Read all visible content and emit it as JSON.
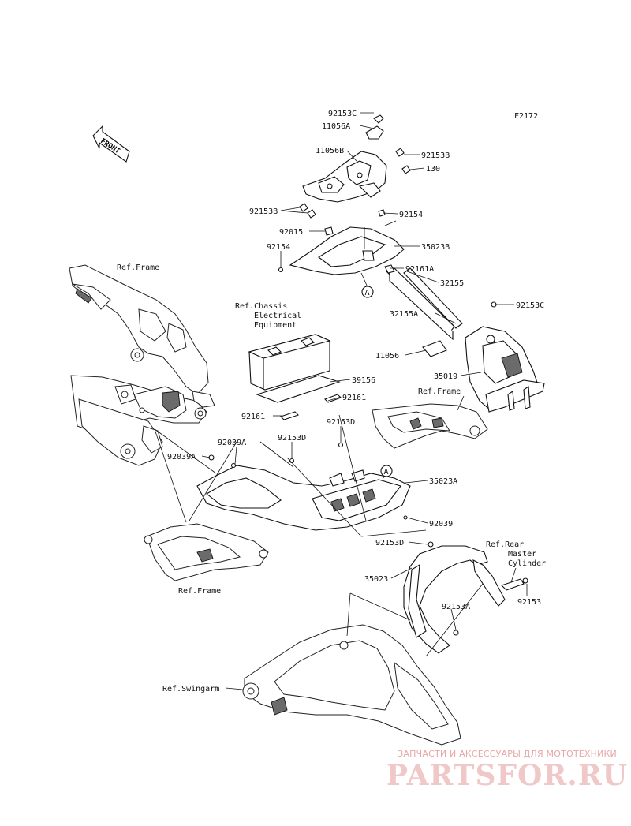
{
  "figure_id": "F2172",
  "front_label": "FRONT",
  "callout_letter": "A",
  "parts": {
    "p92153C_top": "92153C",
    "p11056A": "11056A",
    "p92153B_r": "92153B",
    "p130": "130",
    "p11056B": "11056B",
    "p92153B_l": "92153B",
    "p92154_r": "92154",
    "p92015": "92015",
    "p35023B": "35023B",
    "p92154_l": "92154",
    "p92161A": "92161A",
    "p32155": "32155",
    "p92153C_r": "92153C",
    "p32155A": "32155A",
    "p11056": "11056",
    "p35019": "35019",
    "p39156": "39156",
    "p92161_r": "92161",
    "p92161_l": "92161",
    "p92153D_a": "92153D",
    "p92039A_a": "92039A",
    "p92039A_b": "92039A",
    "p92153D_b": "92153D",
    "p35023A": "35023A",
    "p92039": "92039",
    "p92153D_c": "92153D",
    "p35023": "35023",
    "p92153A": "92153A",
    "p92153": "92153"
  },
  "refs": {
    "frame_top": "Ref.Frame",
    "chassis_1": "Ref.Chassis",
    "chassis_2": "Electrical",
    "chassis_3": "Equipment",
    "frame_right": "Ref.Frame",
    "frame_bottom": "Ref.Frame",
    "rear_master_1": "Ref.Rear",
    "rear_master_2": "Master",
    "rear_master_3": "Cylinder",
    "swingarm": "Ref.Swingarm"
  },
  "watermark": {
    "tagline": "ЗАПЧАСТИ И АКСЕССУАРЫ ДЛЯ МОТОТЕХНИКИ",
    "logo": "PARTSFOR.RU"
  }
}
